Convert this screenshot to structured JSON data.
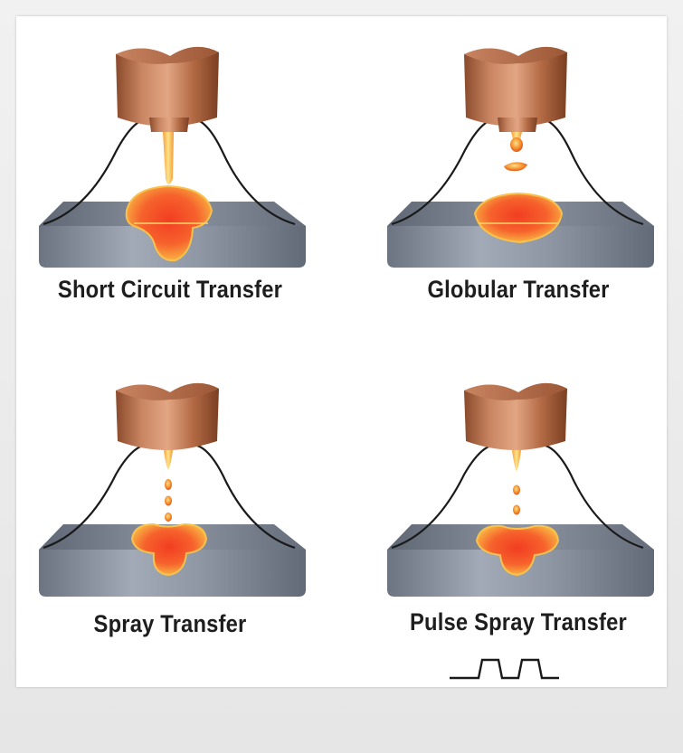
{
  "panels": [
    {
      "label": "Short Circuit Transfer"
    },
    {
      "label": "Globular Transfer"
    },
    {
      "label": "Spray Transfer"
    },
    {
      "label": "Pulse Spray Transfer"
    }
  ],
  "colors": {
    "copper": "#b0653f",
    "workpiece": "#7e8796",
    "molten_core": "#f4512a",
    "molten_edge": "#f7c44a",
    "arc_line": "#1a1a1a"
  }
}
